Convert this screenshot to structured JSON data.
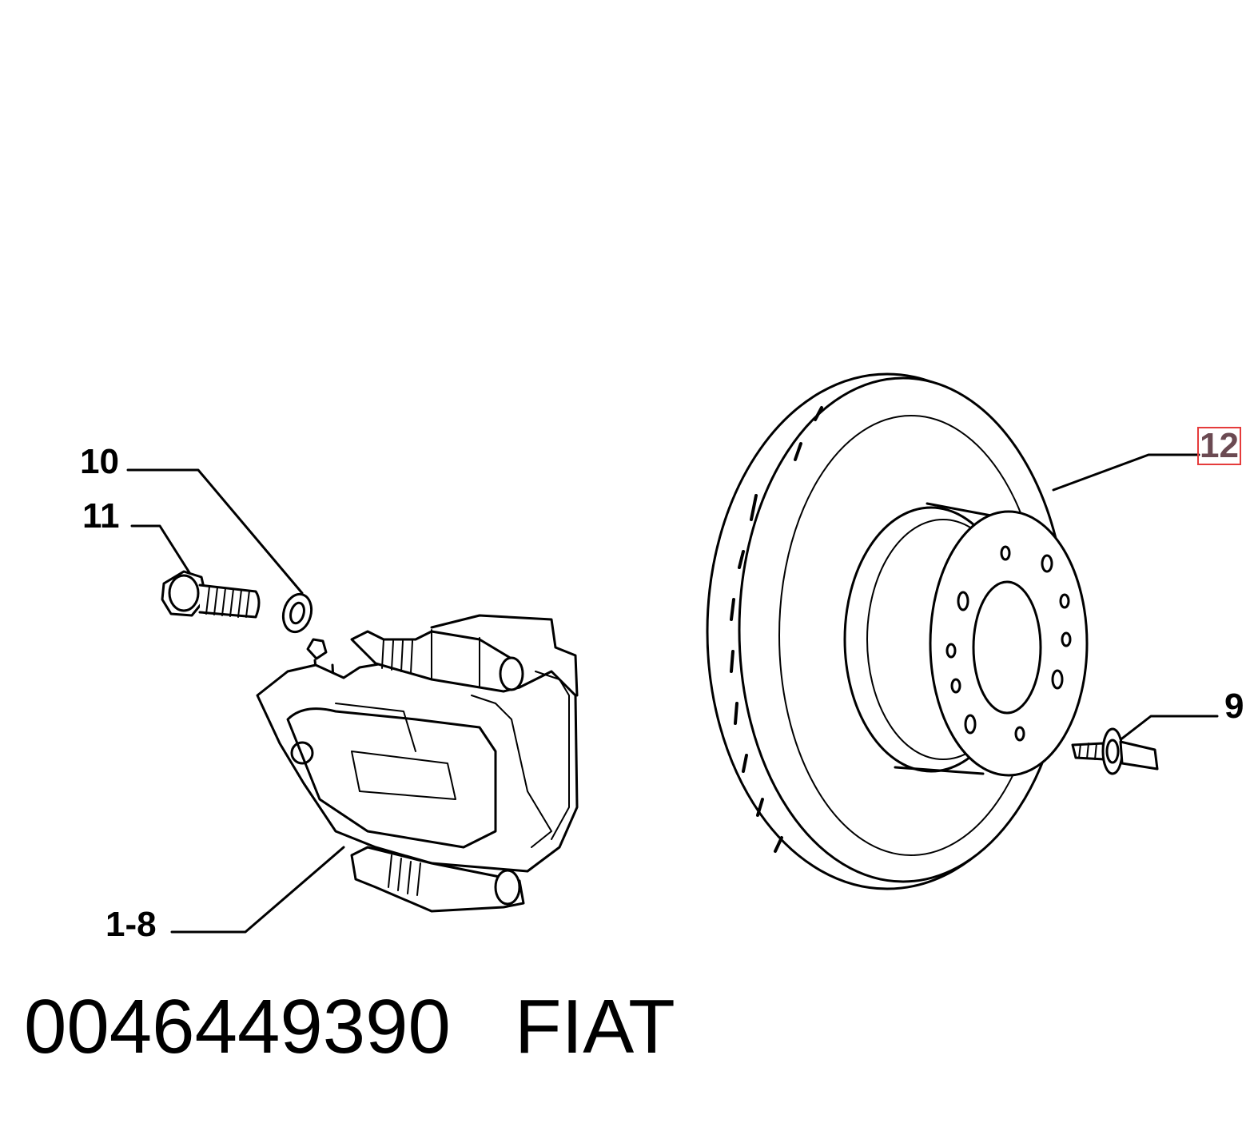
{
  "callouts": {
    "c10": "10",
    "c11": "11",
    "c1_8": "1-8",
    "c9": "9",
    "c12": "12"
  },
  "footer": {
    "part_number": "0046449390",
    "brand": "FIAT"
  },
  "colors": {
    "line": "#000000",
    "background": "#ffffff",
    "highlight_border": "#e53b3b",
    "highlight_text": "#6b4a52"
  }
}
